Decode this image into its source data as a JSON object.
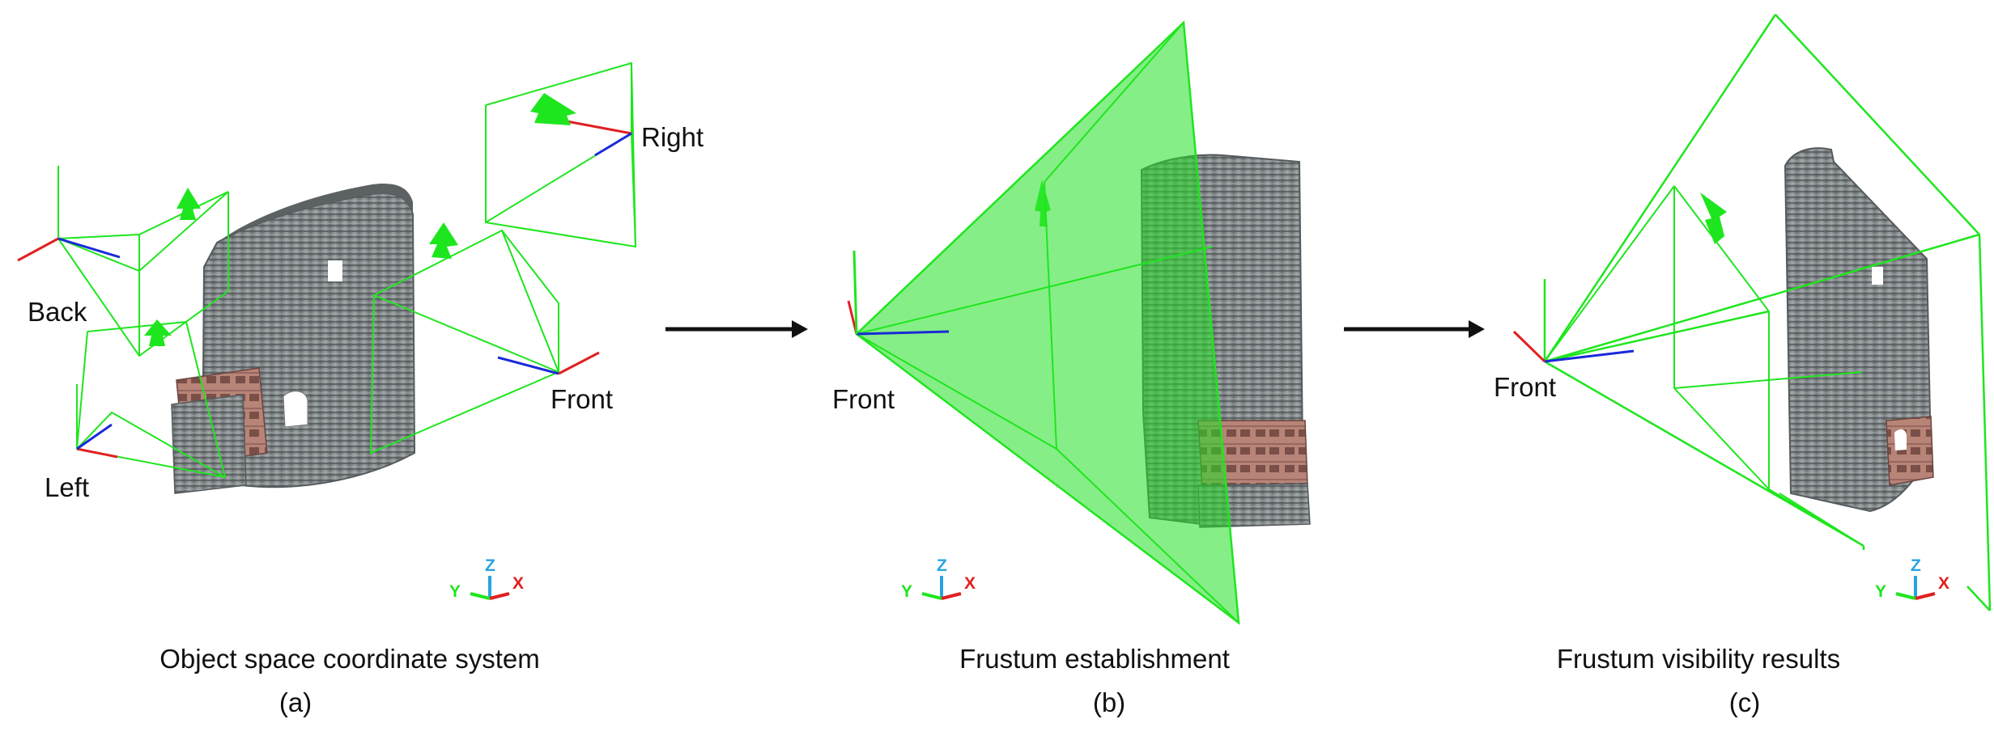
{
  "panels": [
    {
      "id": "a",
      "caption": "Object space coordinate system",
      "sublabel": "(a)",
      "view_labels": {
        "back": "Back",
        "left": "Left",
        "right": "Right",
        "front": "Front"
      }
    },
    {
      "id": "b",
      "caption": "Frustum establishment",
      "sublabel": "(b)",
      "view_labels": {
        "front": "Front"
      }
    },
    {
      "id": "c",
      "caption": "Frustum visibility results",
      "sublabel": "(c)",
      "view_labels": {
        "front": "Front"
      }
    }
  ],
  "axes_legend": {
    "z": "Z",
    "y": "Y",
    "x": "X"
  },
  "colors": {
    "frustum_line": "#1ee61e",
    "frustum_fill": "#22e022",
    "axis_red": "#e02020",
    "axis_blue": "#1a2ad8",
    "axis_green": "#1ee61e",
    "axis_z": "#29a3e0",
    "arrow": "#111111",
    "wall": "#8a8f92",
    "brick": "#b88478"
  }
}
